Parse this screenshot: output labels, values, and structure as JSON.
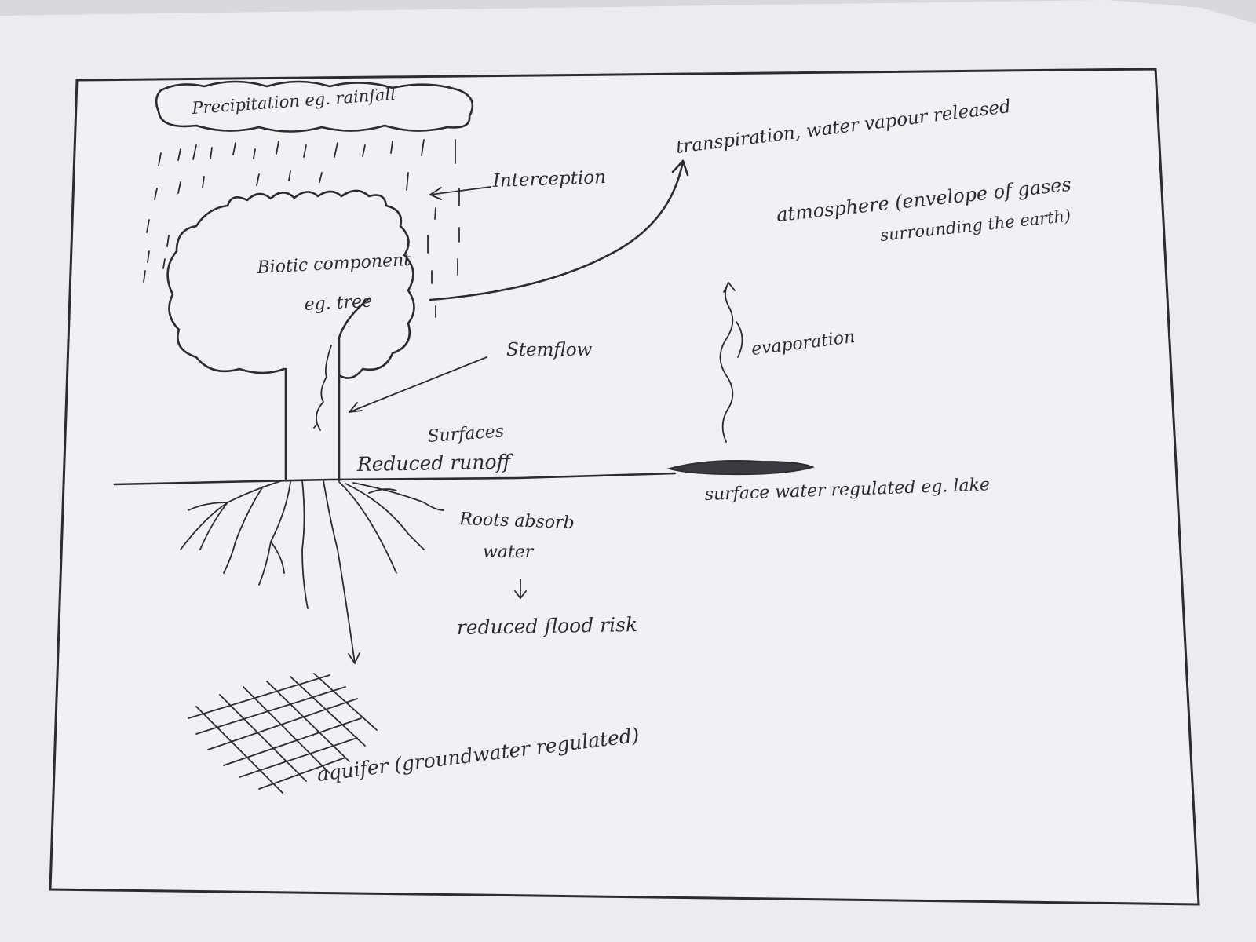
{
  "diagram": {
    "labels": {
      "precipitation": "Precipitation eg. rainfall",
      "interception": "Interception",
      "transpiration": "transpiration, water vapour released",
      "atmosphere_line1": "atmosphere (envelope of gases",
      "atmosphere_line2": "surrounding the earth)",
      "biotic_line1": "Biotic component",
      "biotic_line2": "eg. tree",
      "stemflow": "Stemflow",
      "evaporation": "evaporation",
      "surfaces": "Surfaces",
      "reduced_runoff": "Reduced runoff",
      "surface_water": "surface water regulated eg. lake",
      "roots_line1": "Roots absorb",
      "roots_line2": "water",
      "flood_risk": "reduced flood risk",
      "aquifer": "aquifer (groundwater regulated)"
    },
    "colors": {
      "paper": "#f1f1f3",
      "ink": "#2b2b30",
      "background": "#d9d9dc"
    }
  }
}
